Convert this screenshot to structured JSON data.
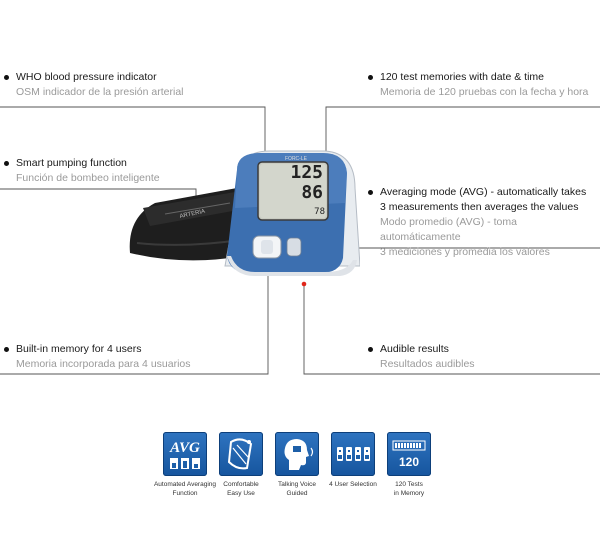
{
  "features": {
    "who": {
      "en": "WHO blood pressure indicator",
      "es": "OSM indicador de la presión arterial"
    },
    "memories": {
      "en": "120 test memories with date & time",
      "es": "Memoria de 120 pruebas con la fecha y hora"
    },
    "pumping": {
      "en": "Smart pumping function",
      "es": "Función de bombeo inteligente"
    },
    "averaging": {
      "en": "Averaging mode (AVG) - automatically takes\n3 measurements then averages the values",
      "es": "Modo promedio (AVG) - toma automáticamente\n3 mediciones y promedia los valores"
    },
    "users": {
      "en": "Built-in memory for 4 users",
      "es": "Memoria incorporada para 4 usuarios"
    },
    "audible": {
      "en": "Audible results",
      "es": "Resultados audibles"
    }
  },
  "device": {
    "brand": "FORC-LE",
    "systolic": "125",
    "diastolic": "86",
    "pulse": "78"
  },
  "icons": [
    {
      "name": "avg-icon",
      "label": "AVG",
      "caption": "Automated Averaging\nFunction"
    },
    {
      "name": "cuff-icon",
      "label": "",
      "caption": "Comfortable\nEasy Use"
    },
    {
      "name": "voice-icon",
      "label": "",
      "caption": "Talking Voice\nGuided"
    },
    {
      "name": "users-icon",
      "label": "",
      "caption": "4 User Selection"
    },
    {
      "name": "memory-icon",
      "label": "120",
      "caption": "120 Tests\nin Memory"
    }
  ],
  "colors": {
    "icon_blue": "#1d5fa8",
    "device_blue": "#3c6fb0",
    "lcd": "#c9ccc2",
    "leader_line": "#555555",
    "marker": "#e0261b"
  }
}
